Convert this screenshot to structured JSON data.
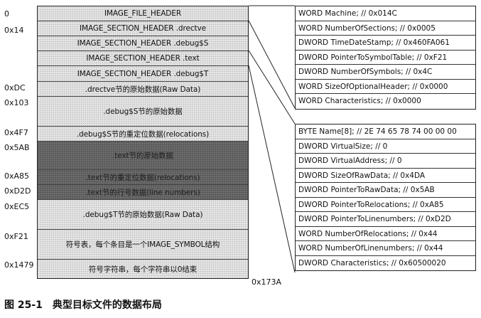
{
  "offsets": [
    "0",
    "0x14",
    "0xDC",
    "0x103",
    "0x4F7",
    "0x5AB",
    "0xA85",
    "0xD2D",
    "0xEC5",
    "0xF21",
    "0x1479"
  ],
  "end_offset": "0x173A",
  "segments": [
    "IMAGE_FILE_HEADER",
    "IMAGE_SECTION_HEADER .drectve",
    "IMAGE_SECTION_HEADER .debug$S",
    "IMAGE_SECTION_HEADER .text",
    "IMAGE_SECTION_HEADER .debug$T",
    ".drectve节的原始数据(Raw Data)",
    ".debug$S节的原始数据",
    ".debug$S节的重定位数据(relocations)",
    ".text节的原始数据",
    ".text节的重定位数据(relocations)",
    ".text节的行号数据(line numbers)",
    ".debug$T节的原始数据(Raw Data)",
    "符号表，每个条目是一个IMAGE_SYMBOL结构",
    "符号字符串，每个字符串以0结束"
  ],
  "file_header_fields": [
    "WORD Machine; // 0x014C",
    "WORD NumberOfSections; // 0x0005",
    "DWORD TimeDateStamp; // 0x460FA061",
    "DWORD PointerToSymbolTable; // 0xF21",
    "DWORD NumberOfSymbols; // 0x4C",
    "WORD SizeOfOptionalHeader; // 0x0000",
    "WORD Characteristics; // 0x0000"
  ],
  "section_header_fields": [
    "BYTE Name[8]; // 2E 74 65 78 74 00 00 00",
    "DWORD VirtualSize; // 0",
    "DWORD VirtualAddress; // 0",
    "DWORD SizeOfRawData; // 0x4DA",
    "DWORD PointerToRawData; // 0x5AB",
    "DWORD PointerToRelocations; // 0xA85",
    "DWORD PointerToLinenumbers; // 0xD2D",
    "WORD NumberOfRelocations; // 0x44",
    "WORD NumberOfLinenumbers; // 0x44",
    "DWORD Characteristics; // 0x60500020"
  ],
  "caption": {
    "number": "图 25-1",
    "title": "典型目标文件的数据布局"
  }
}
